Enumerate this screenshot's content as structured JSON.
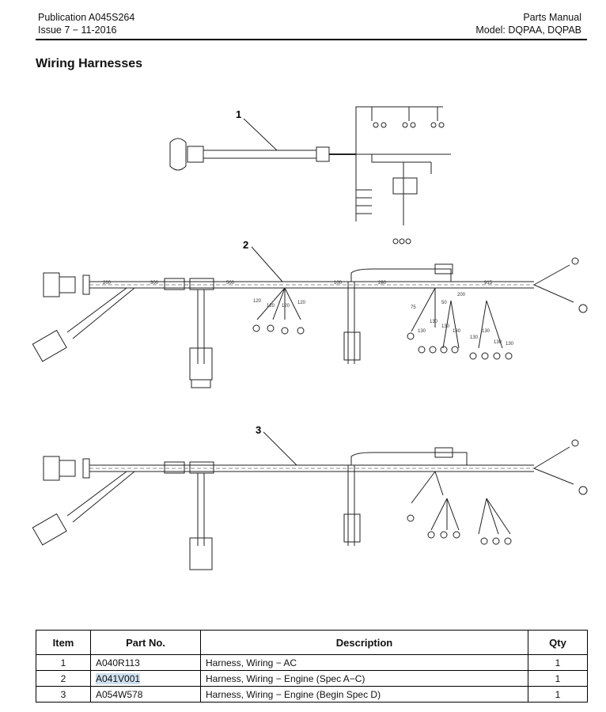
{
  "header": {
    "publication": "Publication A045S264",
    "issue": "Issue 7 − 11-2016",
    "manual": "Parts Manual",
    "model": "Model: DQPAA, DQPAB"
  },
  "page_title": "Wiring Harnesses",
  "diagram": {
    "callouts": [
      "1",
      "2",
      "3"
    ],
    "harness2_dims": [
      "200",
      "300",
      "500",
      "100",
      "280",
      "915",
      "120",
      "120",
      "120",
      "120",
      "75",
      "50",
      "200",
      "130",
      "130",
      "130",
      "130",
      "130",
      "130",
      "130",
      "130"
    ]
  },
  "table": {
    "headers": {
      "item": "Item",
      "part_no": "Part No.",
      "description": "Description",
      "qty": "Qty"
    },
    "rows": [
      {
        "item": "1",
        "part_no": "A040R113",
        "description": "Harness, Wiring − AC",
        "qty": "1"
      },
      {
        "item": "2",
        "part_no": "A041V001",
        "description": "Harness, Wiring − Engine (Spec A−C)",
        "qty": "1"
      },
      {
        "item": "3",
        "part_no": "A054W578",
        "description": "Harness, Wiring − Engine (Begin Spec D)",
        "qty": "1"
      }
    ]
  }
}
